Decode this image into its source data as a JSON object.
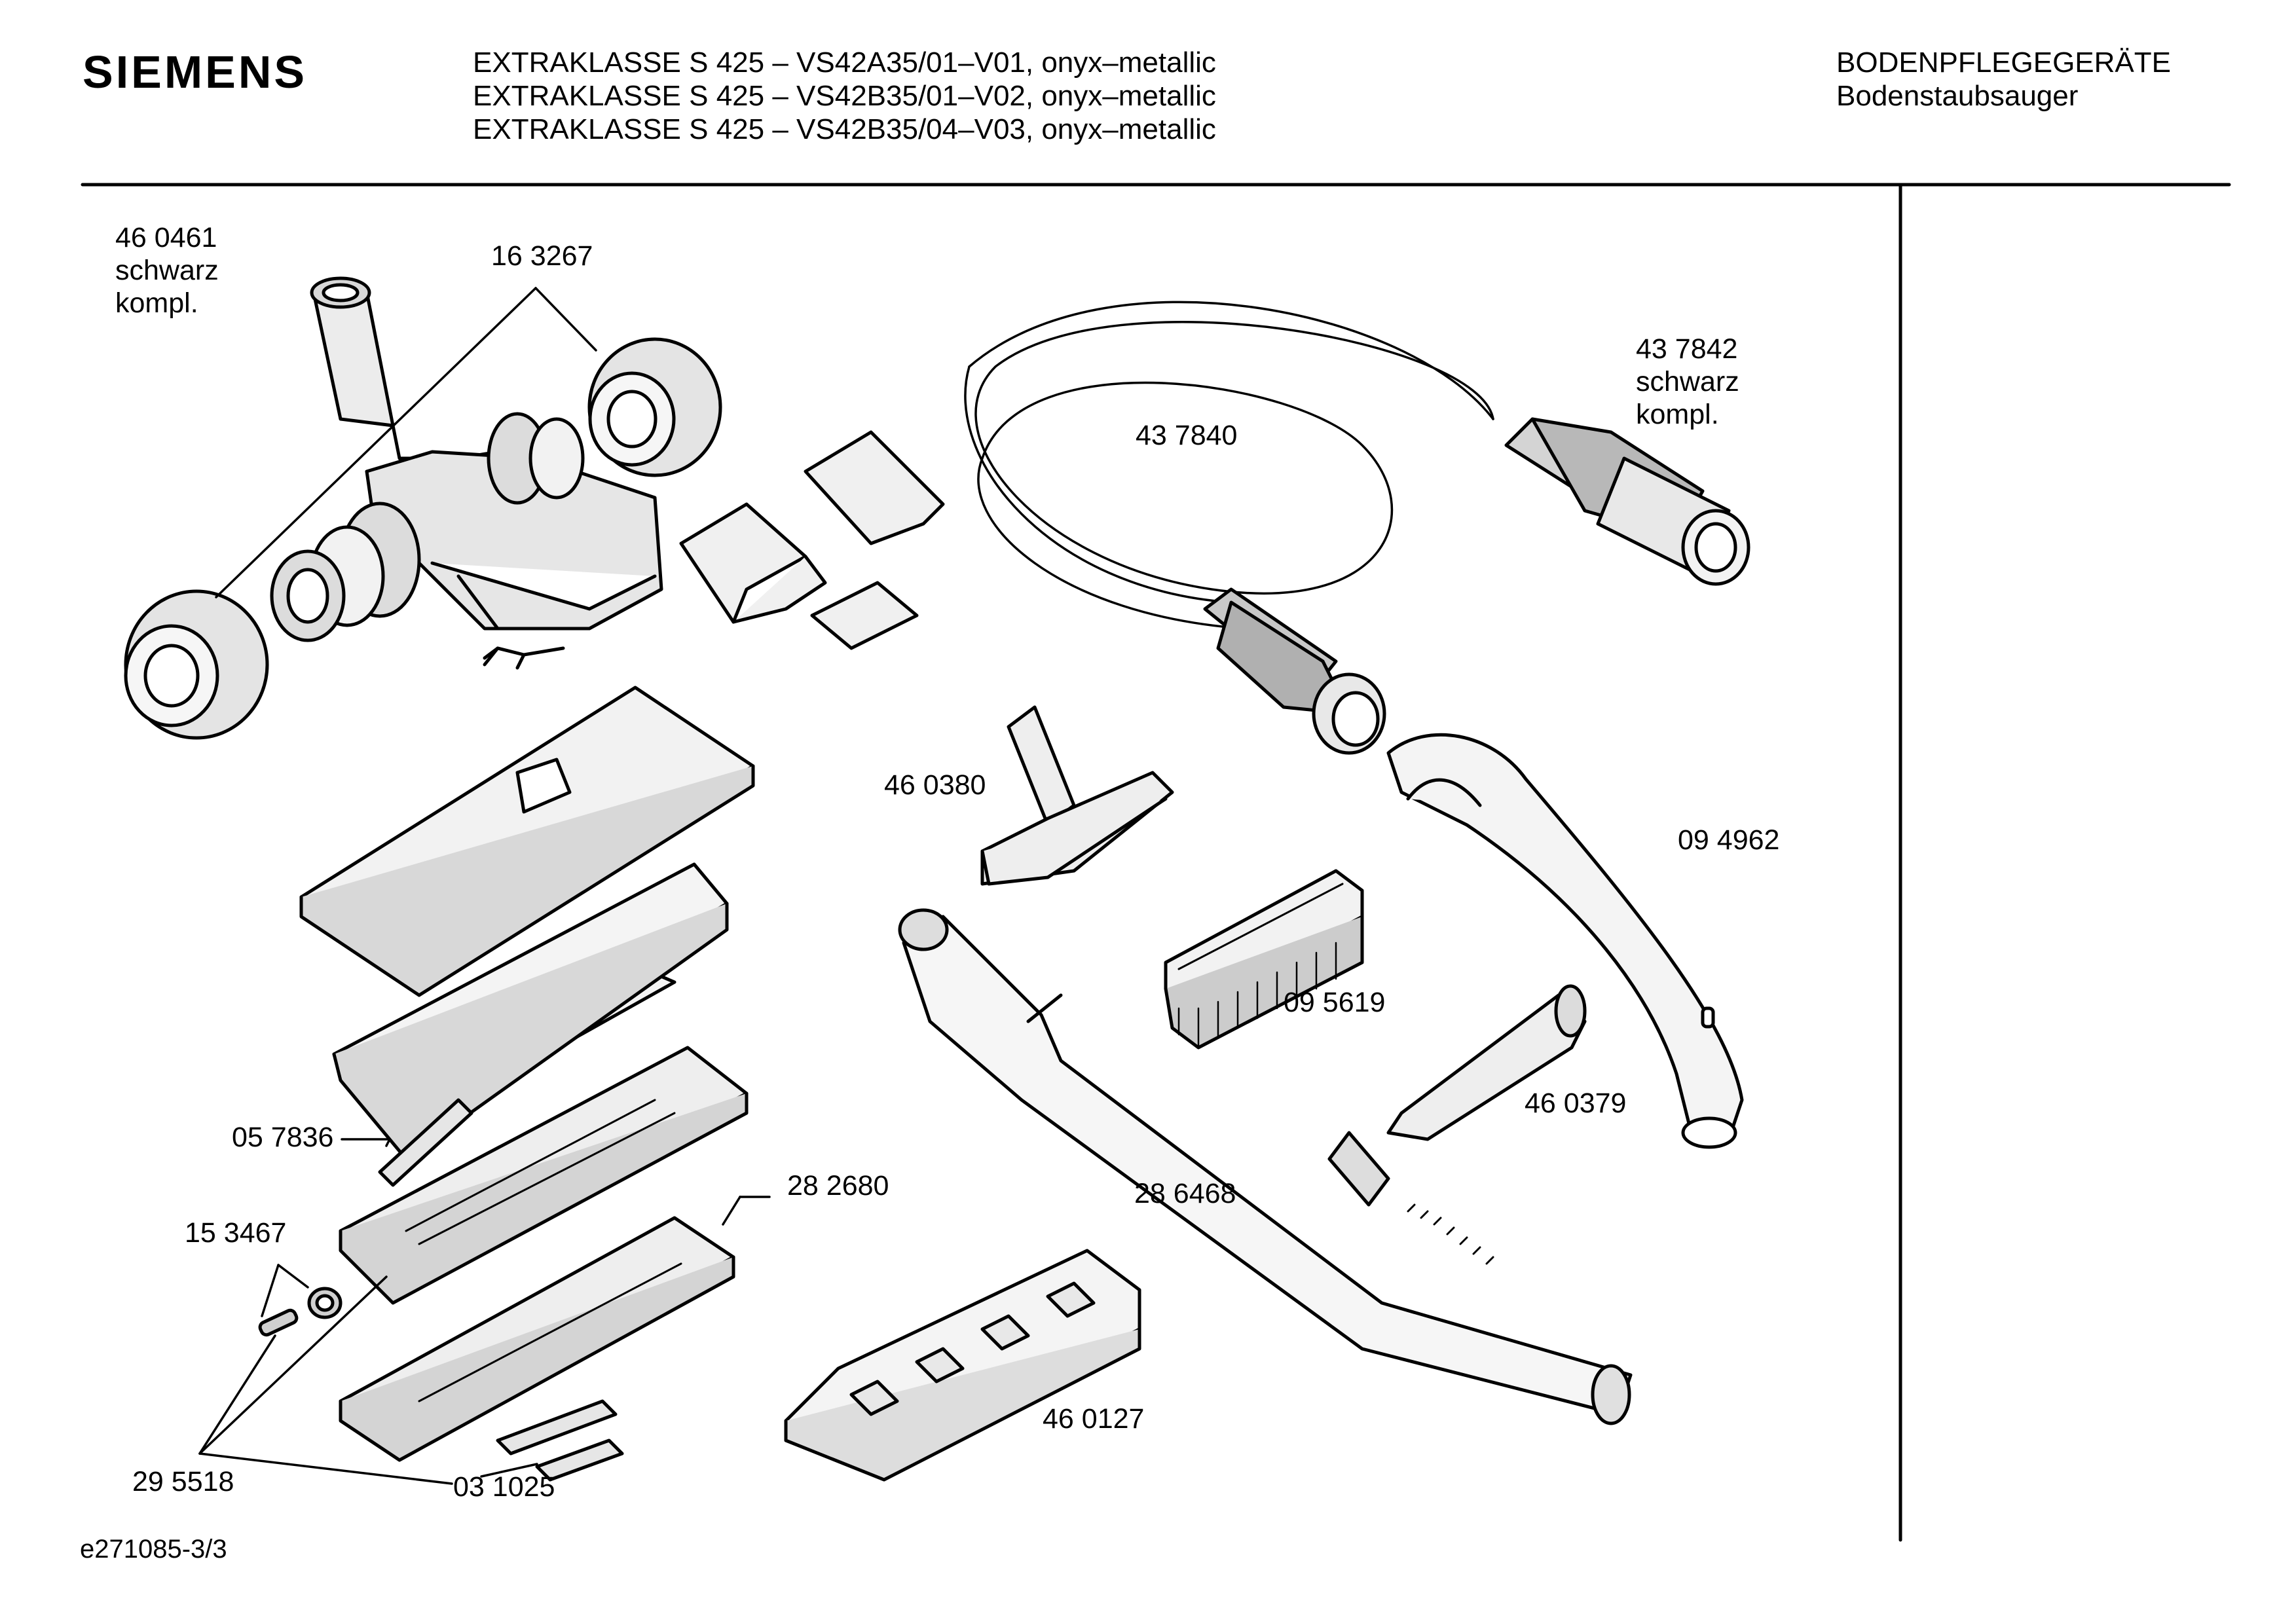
{
  "header": {
    "brand": "SIEMENS",
    "models": [
      "EXTRAKLASSE S 425 – VS42A35/01–V01, onyx–metallic",
      "EXTRAKLASSE S 425 – VS42B35/01–V02, onyx–metallic",
      "EXTRAKLASSE S 425 – VS42B35/04–V03, onyx–metallic"
    ],
    "category": "BODENPFLEGEGERÄTE",
    "subcategory": "Bodenstaubsauger"
  },
  "parts": {
    "p460461": [
      "46 0461",
      "schwarz",
      "kompl."
    ],
    "p163267": "16 3267",
    "p437840": "43 7840",
    "p437842": [
      "43 7842",
      "schwarz",
      "kompl."
    ],
    "p460380": "46 0380",
    "p094962": "09 4962",
    "p095619": "09 5619",
    "p460379": "46 0379",
    "p057836": "05 7836",
    "p282680": "28 2680",
    "p286468": "28 6468",
    "p153467": "15 3467",
    "p460127": "46 0127",
    "p295518": "29 5518",
    "p031025": "03 1025"
  },
  "footer": {
    "doc_id": "e271085-3/3"
  }
}
